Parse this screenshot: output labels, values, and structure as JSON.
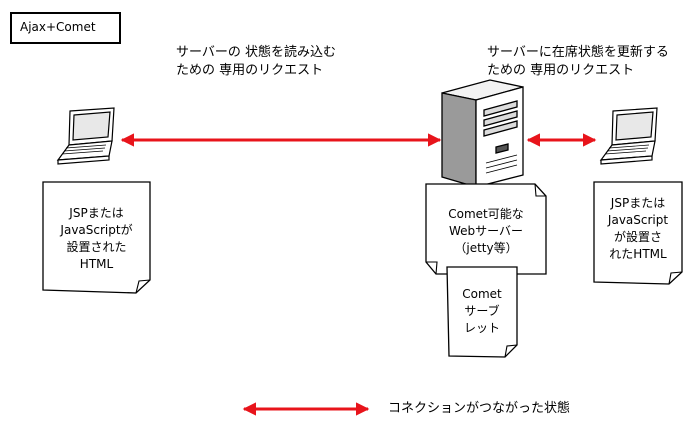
{
  "title": "Ajax+Comet",
  "captions": {
    "left_line1": "サーバーの 状態を読み込む",
    "left_line2": "ための 専用のリクエスト",
    "right_line1": "サーバーに在席状態を更新する",
    "right_line2": "ための 専用のリクエスト"
  },
  "notes": {
    "left": [
      "JSPまたは",
      "JavaScriptが",
      "設置された",
      "HTML"
    ],
    "server": [
      "Comet可能な",
      "Webサーバー",
      "（jetty等）"
    ],
    "servlet": [
      "Comet",
      "サーブ",
      "レット"
    ],
    "right": [
      "JSPまたは",
      "JavaScript",
      "が設置さ",
      "れたHTML"
    ]
  },
  "legend": {
    "label": "コネクションがつながった状態"
  },
  "colors": {
    "connection": "#e8141b"
  }
}
